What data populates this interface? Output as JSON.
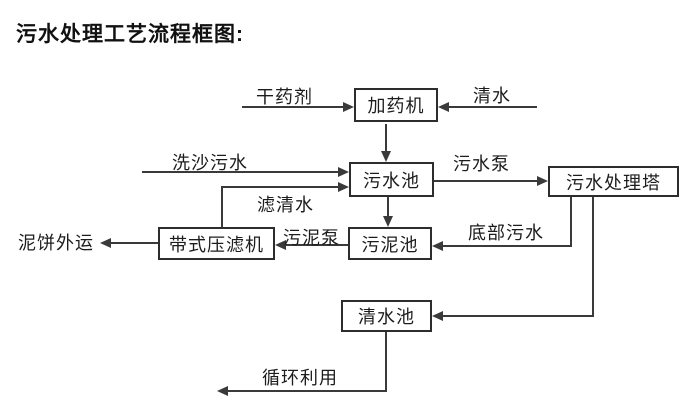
{
  "title": "污水处理工艺流程框图:",
  "nodes": {
    "dosing_machine": "加药机",
    "sewage_pool": "污水池",
    "treatment_tower": "污水处理塔",
    "belt_filter_press": "带式压滤机",
    "sludge_pool": "污泥池",
    "clean_water_pool": "清水池"
  },
  "flow_labels": {
    "dry_agent": "干药剂",
    "clean_water": "清水",
    "sand_washing_sewage": "洗沙污水",
    "filtered_clean_water": "滤清水",
    "sewage_pump": "污水泵",
    "sludge_pump": "污泥泵",
    "bottom_sewage": "底部污水",
    "mud_cake_outbound": "泥饼外运",
    "recycling_use": "循环利用"
  },
  "edges": [
    {
      "from": "干药剂",
      "to": "加药机",
      "label": ""
    },
    {
      "from": "清水",
      "to": "加药机",
      "label": ""
    },
    {
      "from": "加药机",
      "to": "污水池",
      "label": ""
    },
    {
      "from": "洗沙污水",
      "to": "污水池",
      "label": ""
    },
    {
      "from": "带式压滤机",
      "to": "污水池",
      "label": "滤清水"
    },
    {
      "from": "污水池",
      "to": "污水处理塔",
      "label": "污水泵"
    },
    {
      "from": "污水池",
      "to": "污泥池",
      "label": ""
    },
    {
      "from": "污泥池",
      "to": "带式压滤机",
      "label": "污泥泵"
    },
    {
      "from": "带式压滤机",
      "to": "泥饼外运",
      "label": ""
    },
    {
      "from": "污水处理塔",
      "to": "污泥池",
      "label": "底部污水"
    },
    {
      "from": "污水处理塔",
      "to": "清水池",
      "label": ""
    },
    {
      "from": "清水池",
      "to": "循环利用",
      "label": ""
    }
  ],
  "colors": {
    "background": "#ffffff",
    "line": "#3a3a3a",
    "box_border": "#2d2d2d",
    "text": "#1c1c1c"
  }
}
